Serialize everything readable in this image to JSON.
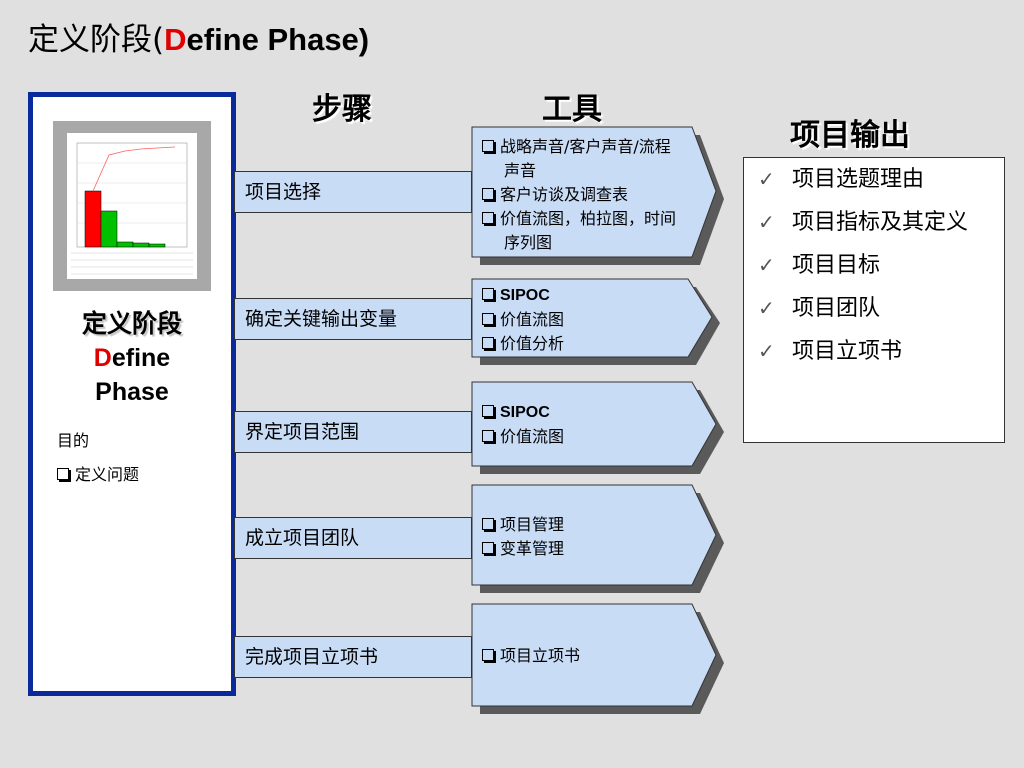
{
  "title": {
    "cn": "定义阶段(",
    "en_red": "D",
    "en_rest": "efine  Phase)"
  },
  "headings": {
    "steps": "步骤",
    "tools": "工具",
    "outputs": "项目输出"
  },
  "left_panel": {
    "phase_cn": "定义阶段",
    "phase_en_red": "D",
    "phase_en_rest": "efine",
    "phase_en_line2": "Phase",
    "purpose_label": "目的",
    "purpose_item": "定义问题",
    "accent_color": "#0a2a9c"
  },
  "thumbnail": {
    "icon": "pareto-chart-thumbnail",
    "bar_colors": [
      "#ff0000",
      "#00c000",
      "#00c000",
      "#00c000",
      "#00c000"
    ]
  },
  "steps": [
    {
      "label": "项目选择"
    },
    {
      "label": "确定关键输出变量"
    },
    {
      "label": "界定项目范围"
    },
    {
      "label": "成立项目团队"
    },
    {
      "label": "完成项目立项书"
    }
  ],
  "tools": [
    {
      "items": [
        "战略声音/客户声音/流程声音",
        "客户访谈及调查表",
        "价值流图，柏拉图，时间序列图"
      ]
    },
    {
      "items": [
        "SIPOC",
        "价值流图",
        "价值分析"
      ]
    },
    {
      "items": [
        "SIPOC",
        "价值流图"
      ]
    },
    {
      "items": [
        "项目管理",
        "变革管理"
      ]
    },
    {
      "items": [
        "项目立项书"
      ]
    }
  ],
  "outputs": [
    "项目选题理由",
    "项目指标及其定义",
    "项目目标",
    "项目团队",
    "项目立项书"
  ],
  "colors": {
    "step_fill": "#c9dcf6",
    "arrow_fill": "#c9dcf6",
    "title_red": "#e00000"
  }
}
